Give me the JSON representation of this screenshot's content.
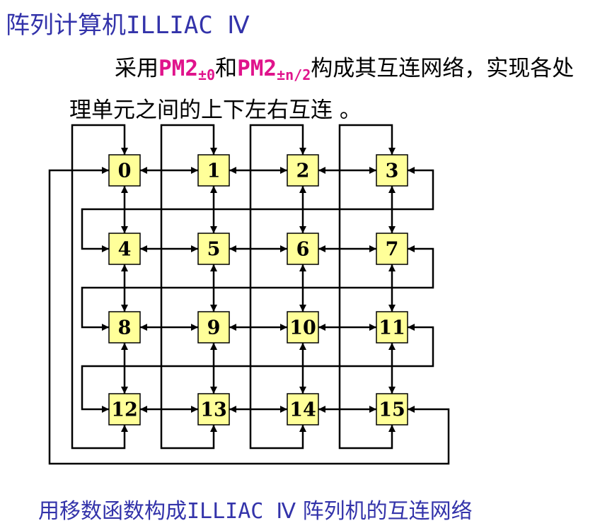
{
  "title": {
    "cn": "阵列计算机",
    "latin": "ILLIAC Ⅳ"
  },
  "paragraph": {
    "prefix": "采用",
    "pm_a": "PM2",
    "pm_a_sub": "±0",
    "join": "和",
    "pm_b": "PM2",
    "pm_b_sub": "±n/2",
    "rest": "构成其互连网络，实现各处理单元之间的上下左右互连 。"
  },
  "nodes": [
    "0",
    "1",
    "2",
    "3",
    "4",
    "5",
    "6",
    "7",
    "8",
    "9",
    "10",
    "11",
    "12",
    "13",
    "14",
    "15"
  ],
  "caption": {
    "a": "用移数函数构成",
    "latin": "ILLIAC Ⅳ",
    "b": " 阵列机的互连网络"
  },
  "colors": {
    "title": "#3333aa",
    "highlight": "#e0148c",
    "node_fill": "#ffff99"
  }
}
